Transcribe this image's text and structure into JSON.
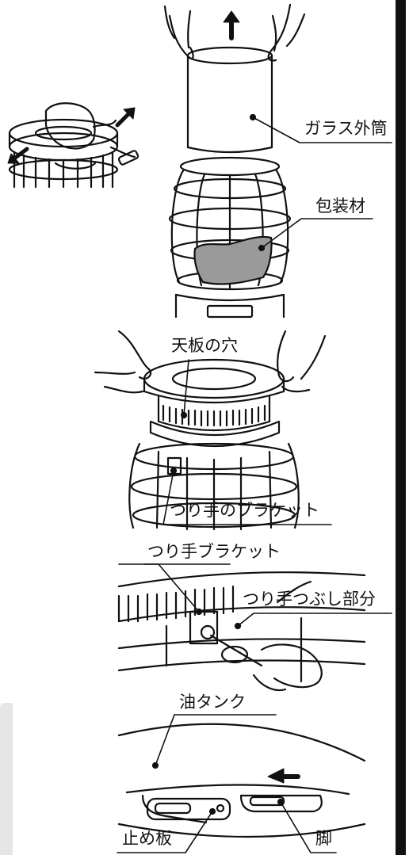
{
  "labels": {
    "glass_outer_cylinder": "ガラス外筒",
    "packing_material": "包装材",
    "top_plate_hole": "天板の穴",
    "handle_bracket_1": "つり手のブラケット",
    "handle_bracket_2": "つり手ブラケット",
    "handle_crush_part": "つり手つぶし部分",
    "oil_tank": "油タンク",
    "stopper_plate": "止め板",
    "leg": "脚"
  }
}
